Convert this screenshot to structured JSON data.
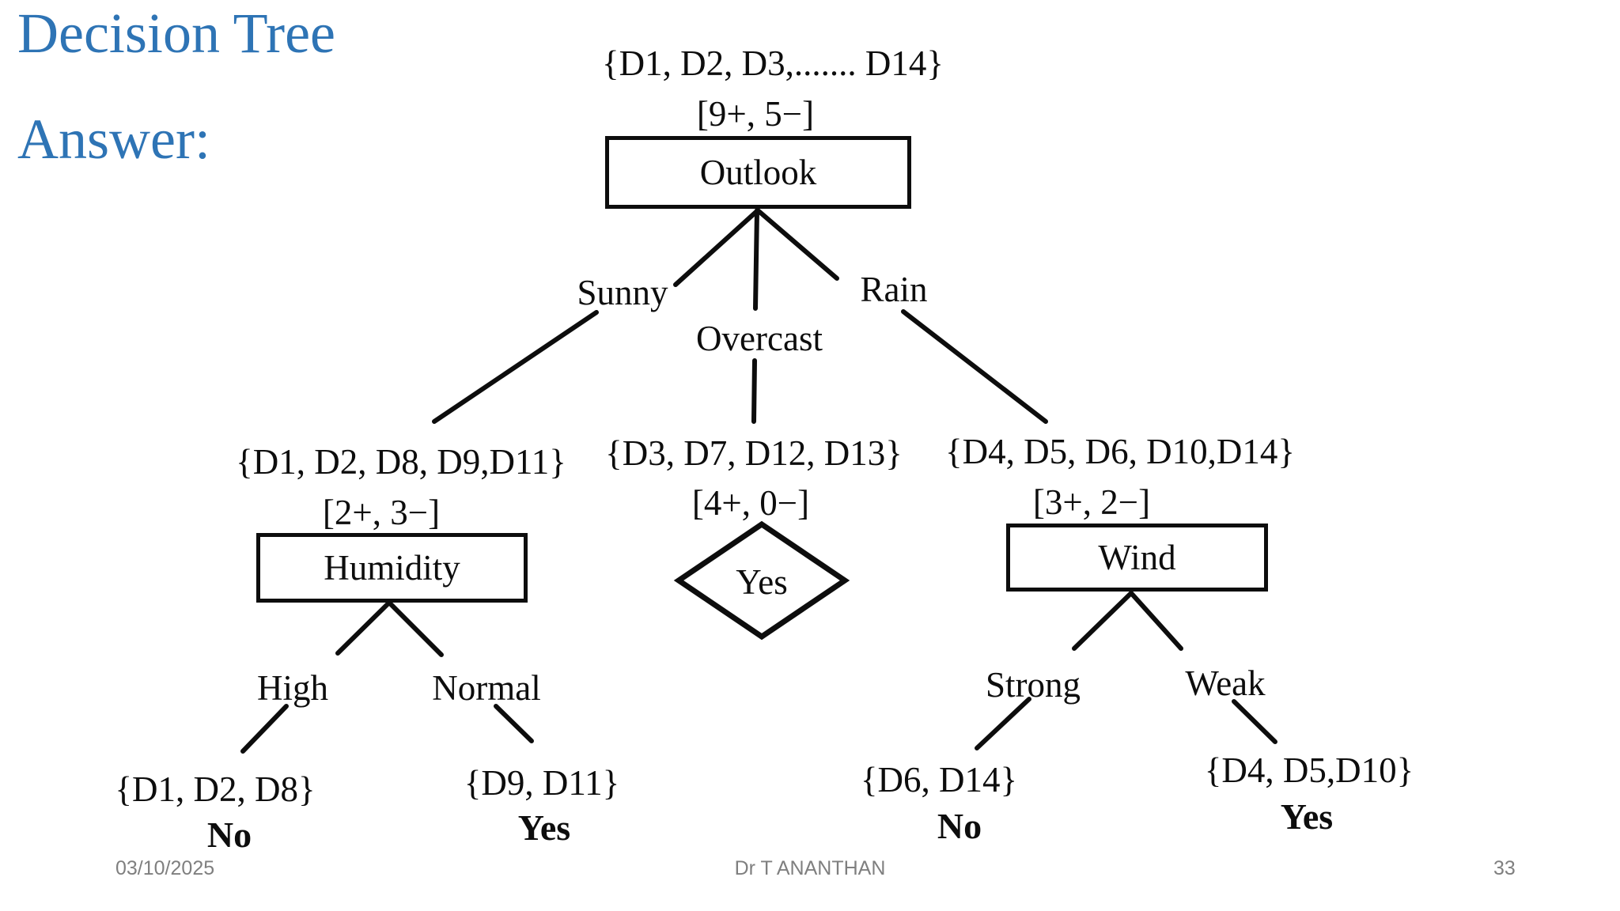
{
  "colors": {
    "title_blue": "#2E74B5",
    "ink": "#0d0d0d",
    "footer_gray": "#7F7F7F"
  },
  "title": {
    "line1": "Decision Tree",
    "line2": "Answer:"
  },
  "root": {
    "set": "{D1, D2, D3,....... D14}",
    "counts": "[9+, 5−]",
    "label": "Outlook"
  },
  "branches": {
    "sunny": "Sunny",
    "overcast": "Overcast",
    "rain": "Rain"
  },
  "humidity": {
    "set": "{D1, D2, D8, D9,D11}",
    "counts": "[2+, 3−]",
    "label": "Humidity",
    "branches": {
      "high": "High",
      "normal": "Normal"
    },
    "leaf_high": {
      "set": "{D1, D2, D8}",
      "answer": "No"
    },
    "leaf_normal": {
      "set": "{D9, D11}",
      "answer": "Yes"
    }
  },
  "overcast_leaf": {
    "set": "{D3, D7, D12, D13}",
    "counts": "[4+, 0−]",
    "answer": "Yes"
  },
  "wind": {
    "set": "{D4, D5, D6, D10,D14}",
    "counts": "[3+, 2−]",
    "label": "Wind",
    "branches": {
      "strong": "Strong",
      "weak": "Weak"
    },
    "leaf_strong": {
      "set": "{D6, D14}",
      "answer": "No"
    },
    "leaf_weak": {
      "set": "{D4, D5,D10}",
      "answer": "Yes"
    }
  },
  "footer": {
    "date": "03/10/2025",
    "author": "Dr T ANANTHAN",
    "page": "33"
  }
}
